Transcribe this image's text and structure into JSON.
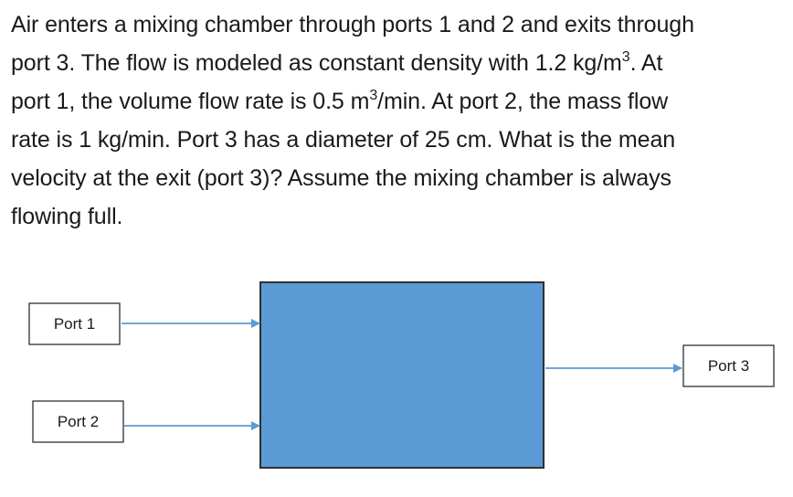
{
  "question": {
    "line1": "Air enters a mixing chamber through ports 1 and 2 and exits through",
    "line2_a": "port 3. The flow is modeled as constant density with 1.2 kg/m",
    "line2_sup": "3",
    "line2_b": ". At",
    "line3_a": "port 1, the volume flow rate is 0.5 m",
    "line3_sup": "3",
    "line3_b": "/min. At port 2, the mass flow",
    "line4": "rate is 1 kg/min. Port 3 has a diameter of 25 cm. What is the mean",
    "line5": "velocity at the exit (port 3)? Assume the mixing chamber is always",
    "line6": "flowing full."
  },
  "diagram": {
    "port1_label": "Port 1",
    "port2_label": "Port 2",
    "port3_label": "Port 3",
    "chamber_color": "#5b9bd5",
    "arrow_color": "#5b9bd5"
  }
}
